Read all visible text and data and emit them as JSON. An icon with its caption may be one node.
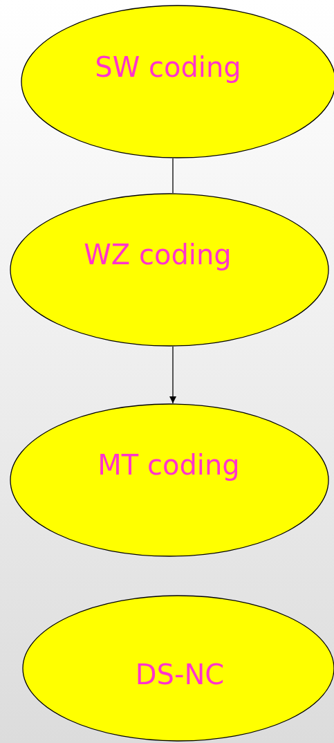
{
  "diagram": {
    "nodes": [
      {
        "text": [
          "SW coding"
        ]
      },
      {
        "text": [
          "WZ coding"
        ]
      },
      {
        "text": [
          "MT coding"
        ]
      },
      {
        "text": [
          "DS-NC"
        ]
      }
    ],
    "edges": [
      {
        "from": 0,
        "to": 1,
        "arrow": "none"
      },
      {
        "from": 1,
        "to": 2,
        "arrow": "to"
      }
    ]
  }
}
